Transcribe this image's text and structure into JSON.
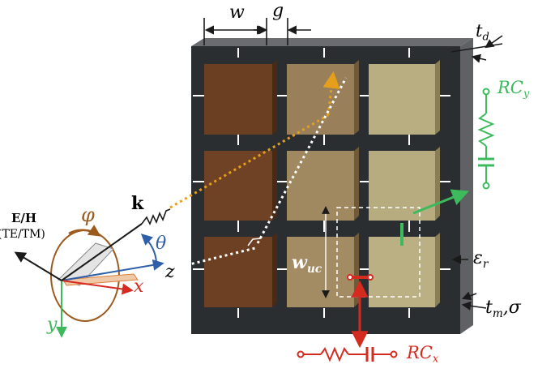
{
  "labels": {
    "w": "w",
    "g": "g",
    "td_main": "t",
    "td_sub": "d",
    "rcy_main": "RC",
    "rcy_sub": "y",
    "rcx_main": "RC",
    "rcx_sub": "x",
    "wuc_main": "w",
    "wuc_sub": "uc",
    "eps_main": "ε",
    "eps_sub": "r",
    "tm_main": "t",
    "tm_sub": "m",
    "tm_rest": ",σ",
    "k": "k",
    "eh": "E/H",
    "tetm": "(TE/TM)",
    "phi": "φ",
    "theta": "θ",
    "x": "x",
    "y": "y",
    "z": "z"
  },
  "colors": {
    "substrate": "#2b2e31",
    "substrate_side": "#5f6165",
    "substrate_top": "#6a6c70",
    "patch_dark": "#6b3f22",
    "patch_light": "#b9ad82",
    "orange": "#e69f1a",
    "green": "#3dbb5c",
    "red": "#d42a1f",
    "blue": "#2f5fa8",
    "brown": "#9c5a1c",
    "black": "#1a1a1a"
  }
}
